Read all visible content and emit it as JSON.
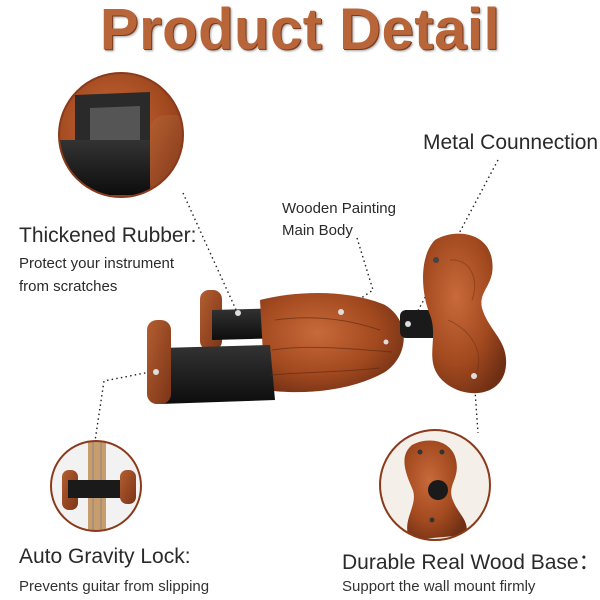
{
  "title": "Product Detail",
  "labels": {
    "metal": "Metal Counnection",
    "wooden_line1": "Wooden Painting",
    "wooden_line2": "Main Body",
    "rubber_title": "Thickened Rubber:",
    "rubber_line1": "Protect your instrument",
    "rubber_line2": "from scratches",
    "lock_title": "Auto Gravity Lock:",
    "lock_desc": "Prevents guitar from slipping",
    "base_title": "Durable Real Wood Base：",
    "base_desc": "Support the wall mount firmly"
  },
  "colors": {
    "title": "#b8653a",
    "wood": "#a9532a",
    "wood_dark": "#6e2f14",
    "rubber": "#1c1c1c"
  }
}
